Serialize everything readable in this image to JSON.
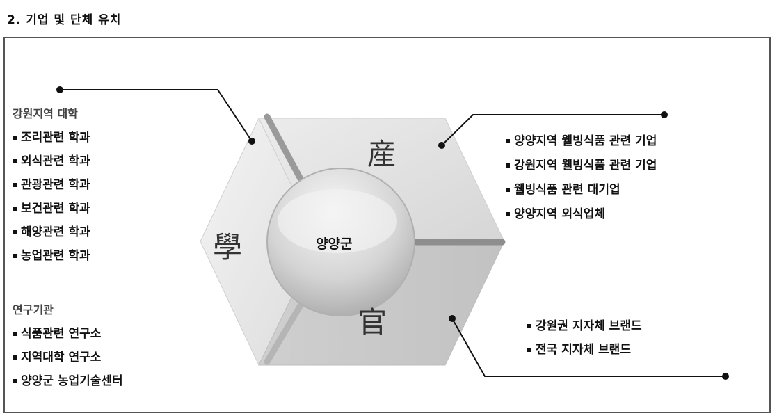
{
  "title": "2. 기업 및 단체 유치",
  "center": "양양군",
  "segments": {
    "top_right": "産",
    "left": "學",
    "bottom": "官"
  },
  "left_groups": [
    {
      "heading": "강원지역 대학",
      "items": [
        "조리관련 학과",
        "외식관련 학과",
        "관광관련 학과",
        "보건관련 학과",
        "해양관련 학과",
        "농업관련 학과"
      ]
    },
    {
      "heading": "연구기관",
      "items": [
        "식품관련 연구소",
        "지역대학 연구소",
        "양양군 농업기술센터"
      ]
    }
  ],
  "right_items": [
    "양양지역 웰빙식품 관련 기업",
    "강원지역 웰빙식품 관련 기업",
    "웰빙식품 관련 대기업",
    "양양지역 외식업체"
  ],
  "bottom_right_items": [
    "강원권 지자체 브랜드",
    "전국 지자체 브랜드"
  ]
}
